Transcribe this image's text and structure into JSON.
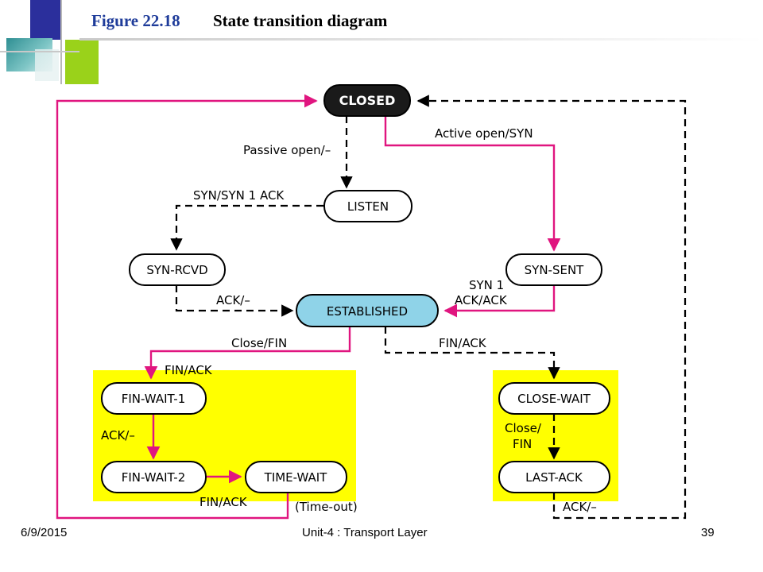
{
  "title": {
    "figure": "Figure 22.18",
    "caption": "State transition diagram"
  },
  "colors": {
    "active": "#e0157f",
    "passive": "#000000",
    "highlight": "#ffff00",
    "established": "#8fd3e8",
    "closed_fill": "#1a1a1a"
  },
  "states": {
    "closed": "CLOSED",
    "listen": "LISTEN",
    "syn_rcvd": "SYN-RCVD",
    "syn_sent": "SYN-SENT",
    "established": "ESTABLISHED",
    "fin_wait_1": "FIN-WAIT-1",
    "fin_wait_2": "FIN-WAIT-2",
    "time_wait": "TIME-WAIT",
    "close_wait": "CLOSE-WAIT",
    "last_ack": "LAST-ACK"
  },
  "transitions": {
    "passive_open": "Passive open/–",
    "active_open": "Active open/SYN",
    "syn_syn_ack": "SYN/SYN 1 ACK",
    "syn_ack_line1": "SYN 1",
    "syn_ack_line2": "ACK/ACK",
    "ack_dash_established": "ACK/–",
    "close_fin": "Close/FIN",
    "fin_ack_established": "FIN/ACK",
    "fin_ack_fw1": "FIN/ACK",
    "ack_dash_fw": "ACK/–",
    "fin_ack_fw2": "FIN/ACK",
    "time_out": "(Time-out)",
    "close_line1": "Close/",
    "close_line2": "FIN",
    "ack_dash_last": "ACK/–"
  },
  "footer": {
    "date": "6/9/2015",
    "center": "Unit-4 : Transport Layer",
    "page": "39"
  }
}
